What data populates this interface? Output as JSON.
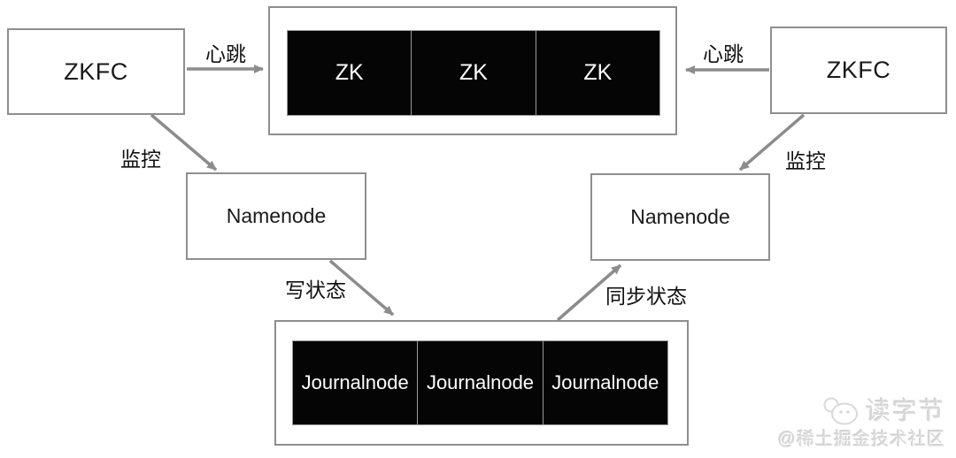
{
  "diagram": {
    "zkfc_left_label": "ZKFC",
    "zkfc_right_label": "ZKFC",
    "namenode_left_label": "Namenode",
    "namenode_right_label": "Namenode",
    "zk_nodes": [
      "ZK",
      "ZK",
      "ZK"
    ],
    "journal_nodes": [
      "Journalnode",
      "Journalnode",
      "Journalnode"
    ],
    "edge_labels": {
      "heartbeat_left": "心跳",
      "heartbeat_right": "心跳",
      "monitor_left": "监控",
      "monitor_right": "监控",
      "write_state": "写状态",
      "sync_state": "同步状态"
    },
    "colors": {
      "dark_node_fill": "#050505",
      "dark_node_text": "#ffffff",
      "box_border": "#8e8e8e",
      "arrow": "#8c8c8c",
      "label_text": "#111111",
      "watermark": "#d9d9d9"
    }
  },
  "watermark": {
    "brand": "读字节",
    "community": "@稀土掘金技术社区"
  }
}
